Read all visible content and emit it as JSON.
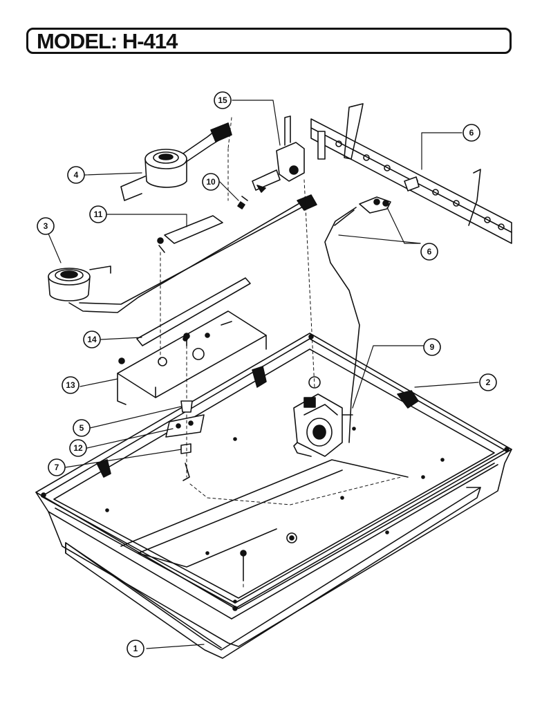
{
  "header": {
    "title": "MODEL: H-414"
  },
  "callouts": {
    "c1": "1",
    "c2": "2",
    "c3": "3",
    "c4": "4",
    "c5": "5",
    "c6a": "6",
    "c6b": "6",
    "c7": "7",
    "c9": "9",
    "c10": "10",
    "c11": "11",
    "c12": "12",
    "c13": "13",
    "c14": "14",
    "c15": "15"
  }
}
